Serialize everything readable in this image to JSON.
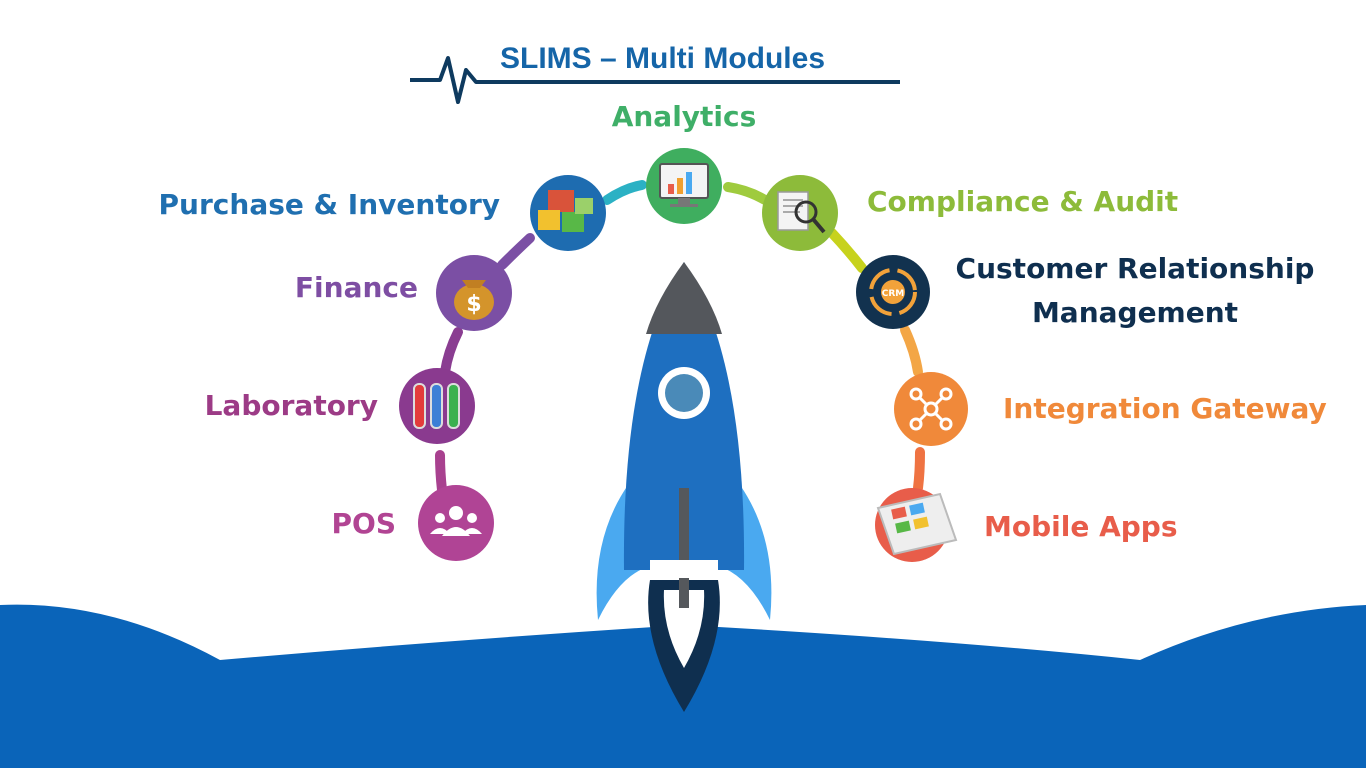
{
  "title": "SLIMS – Multi Modules",
  "modules": [
    {
      "id": "analytics",
      "label": "Analytics",
      "color": "#4caf6a",
      "icon": "chart-monitor-icon"
    },
    {
      "id": "purchase",
      "label": "Purchase & Inventory",
      "color": "#1f6fb0",
      "icon": "boxes-icon"
    },
    {
      "id": "finance",
      "label": "Finance",
      "color": "#7e4ea3",
      "icon": "money-bag-icon"
    },
    {
      "id": "laboratory",
      "label": "Laboratory",
      "color": "#9c3b86",
      "icon": "test-tubes-icon"
    },
    {
      "id": "pos",
      "label": "POS",
      "color": "#b14493",
      "icon": "people-icon"
    },
    {
      "id": "compliance",
      "label": "Compliance & Audit",
      "color": "#8dbb3a",
      "icon": "document-search-icon"
    },
    {
      "id": "crm",
      "label": [
        "Customer Relationship",
        "Management"
      ],
      "color": "#0f2f4f",
      "icon": "crm-cycle-icon"
    },
    {
      "id": "integration",
      "label": "Integration Gateway",
      "color": "#f0893a",
      "icon": "network-nodes-icon"
    },
    {
      "id": "mobile",
      "label": "Mobile Apps",
      "color": "#e85d4a",
      "icon": "tablet-app-icon"
    }
  ],
  "colors": {
    "title": "#1565a8",
    "heartbeat": "#0e3a5f",
    "rocket_body": "#1e6fc0",
    "rocket_nose": "#54575c",
    "rocket_fins": "#4aa9f0",
    "ground": "#0a64b9"
  }
}
